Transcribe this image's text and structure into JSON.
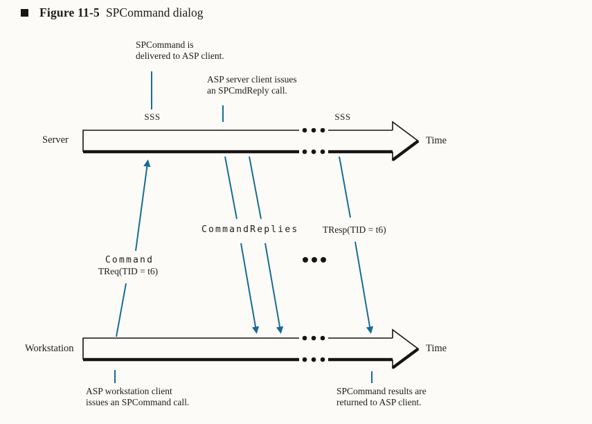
{
  "page": {
    "background": "#fcfbf8",
    "ink": "#1f1c18",
    "accent": "#176b92"
  },
  "figure_header": {
    "label": "Figure 11-5",
    "title": "SPCommand dialog"
  },
  "server_lane": {
    "label": "Server",
    "time": "Time",
    "socket_left": "SSS",
    "socket_right": "SSS"
  },
  "workstation_lane": {
    "label": "Workstation",
    "time": "Time"
  },
  "callouts": {
    "spcommand_delivered": {
      "line1": "SPCommand is",
      "line2": "delivered to ASP client."
    },
    "spcmdreply_issued": {
      "line1": "ASP server client issues",
      "line2": "an SPCmdReply call."
    },
    "spcommand_issued": {
      "line1": "ASP workstation client",
      "line2": "issues an SPCommand call."
    },
    "results_returned": {
      "line1": "SPCommand results are",
      "line2": "returned to ASP client."
    }
  },
  "transactions": {
    "command_name": "Command",
    "command_treq": "TReq(TID = t6)",
    "replies_name": "CommandReplies",
    "tresp": "TResp(TID = t6)"
  }
}
